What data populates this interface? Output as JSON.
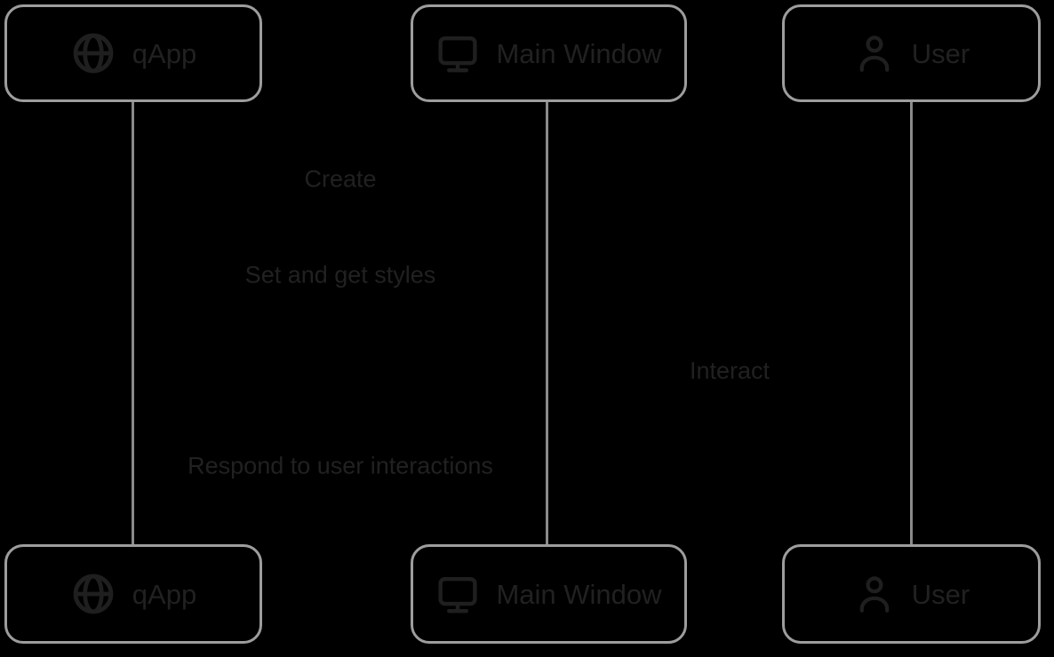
{
  "diagram": {
    "type": "sequence-diagram",
    "colors": {
      "background": "#000000",
      "box_border": "#9d9d9d",
      "lifeline": "#8a8a8a",
      "text": "#212121"
    },
    "actors": [
      {
        "label": "qApp",
        "icon": "globe-icon"
      },
      {
        "label": "Main Window",
        "icon": "monitor-icon"
      },
      {
        "label": "User",
        "icon": "person-icon"
      }
    ],
    "messages": [
      {
        "label": "Create",
        "between": [
          "qApp",
          "Main Window"
        ]
      },
      {
        "label": "Set and get styles",
        "between": [
          "qApp",
          "Main Window"
        ]
      },
      {
        "label": "Interact",
        "between": [
          "Main Window",
          "User"
        ]
      },
      {
        "label": "Respond to user interactions",
        "between": [
          "qApp",
          "Main Window"
        ]
      }
    ]
  }
}
